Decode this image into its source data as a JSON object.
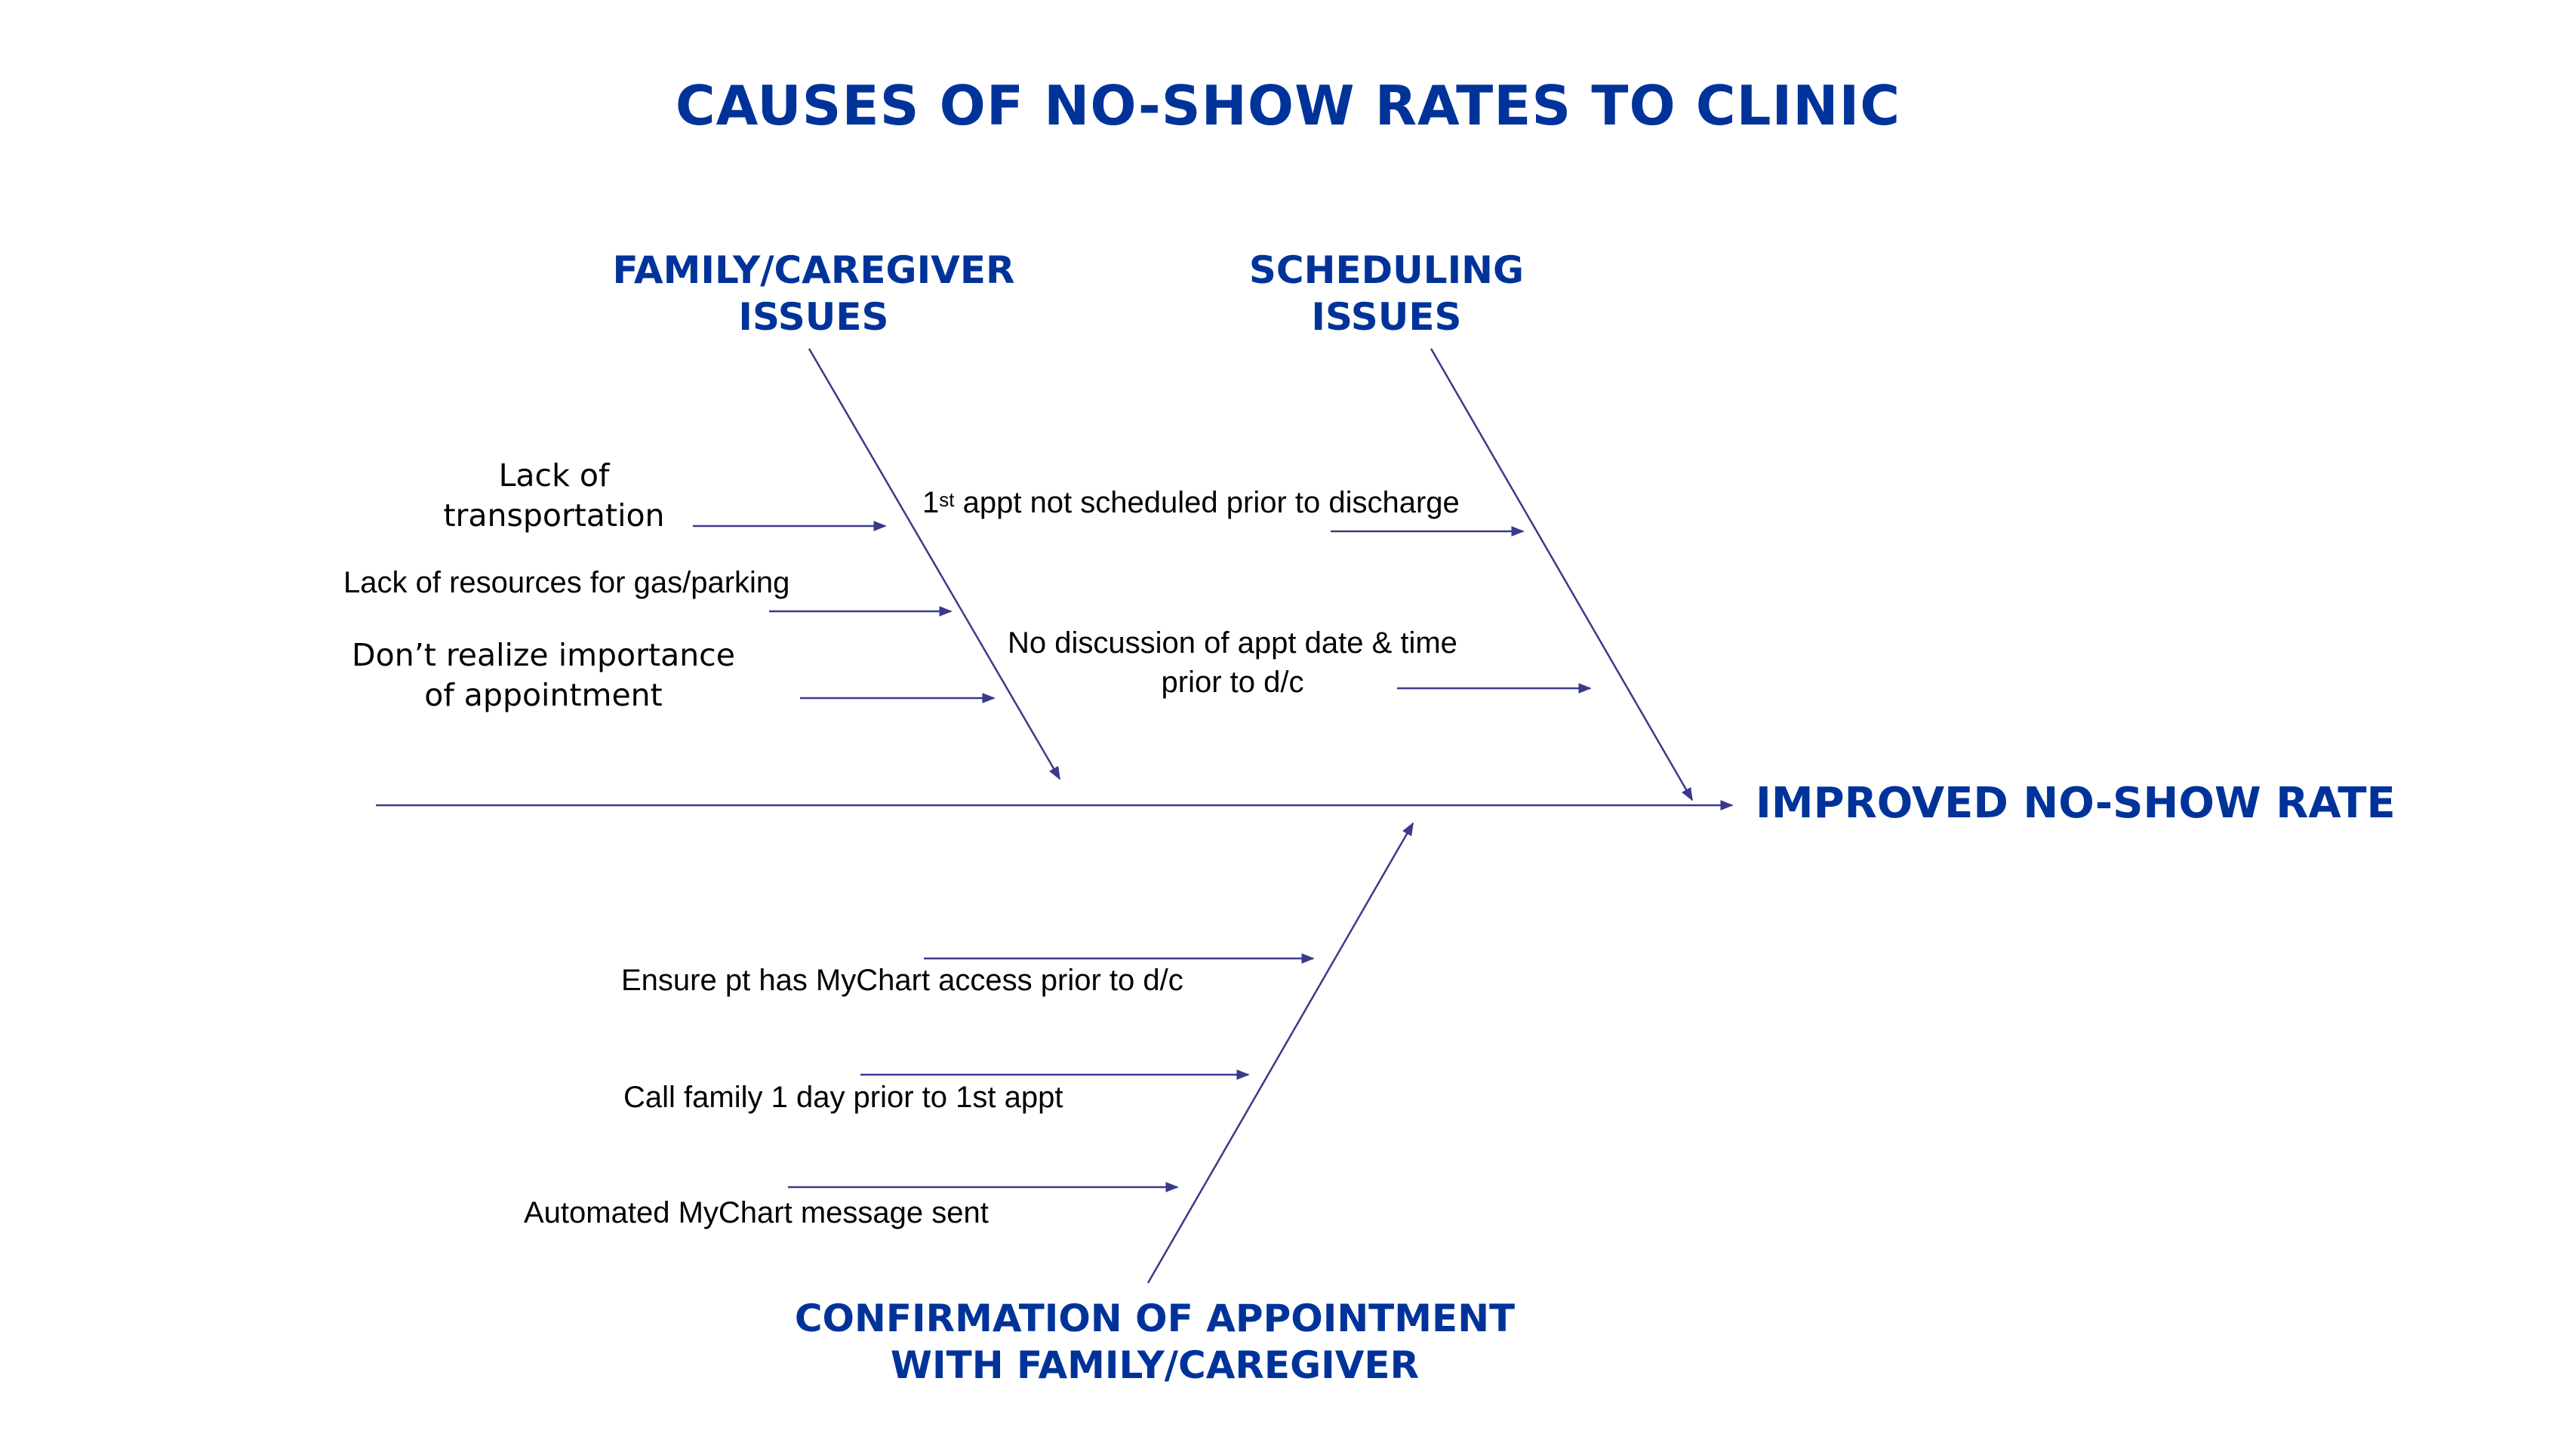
{
  "title": "CAUSES OF NO-SHOW RATES TO CLINIC",
  "effect": "IMPROVED NO-SHOW RATE",
  "categories": {
    "family": {
      "line1": "FAMILY/CAREGIVER",
      "line2": "ISSUES"
    },
    "scheduling": {
      "line1": "SCHEDULING",
      "line2": "ISSUES"
    },
    "confirmation": {
      "line1": "CONFIRMATION OF APPOINTMENT",
      "line2": "WITH FAMILY/CAREGIVER"
    }
  },
  "causes": {
    "family": {
      "transport": {
        "line1": "Lack of",
        "line2": "transportation"
      },
      "resources": "Lack of resources for gas/parking",
      "importance": {
        "line1": "Don’t realize importance",
        "line2": "of appointment"
      }
    },
    "scheduling": {
      "first_appt": {
        "prefix": "1",
        "sup": "st",
        "rest": " appt not scheduled prior to discharge"
      },
      "discussion": {
        "line1": "No discussion of appt date & time",
        "line2": "prior to d/c"
      }
    },
    "confirmation": {
      "mychart_access": "Ensure pt has MyChart access prior to d/c",
      "call_family": "Call family 1 day prior to 1st appt",
      "automated": "Automated MyChart message sent"
    }
  },
  "colors": {
    "heading": "#003399",
    "line": "#3a3a8c",
    "text": "#000000"
  }
}
